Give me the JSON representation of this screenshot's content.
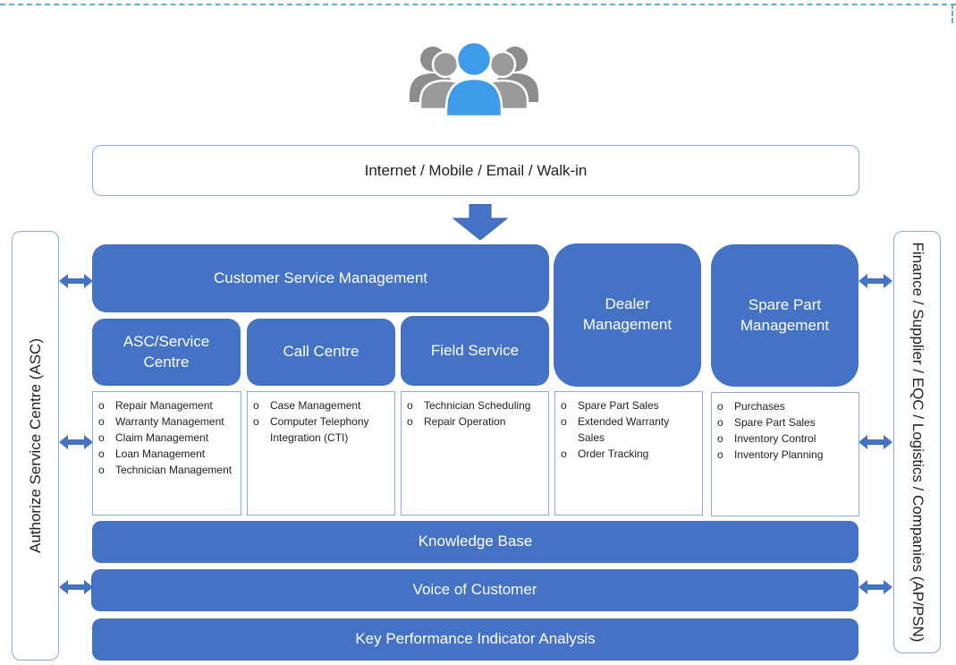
{
  "decor": {
    "border_color": "#5fb3c4"
  },
  "colors": {
    "accent": "#4472c4",
    "outline": "#8faadc",
    "user_primary": "#3d9be9",
    "user_secondary": "#8c8c8c"
  },
  "header": {
    "icon": "users-group-icon"
  },
  "channels": {
    "label": "Internet / Mobile / Email / Walk-in"
  },
  "left_panel": {
    "label": "Authorize Service Centre (ASC)"
  },
  "right_panel": {
    "label": "Finance / Supplier / EQC / Logistics / Companies (AP/PSN)"
  },
  "modules": {
    "customer_service": "Customer Service Management",
    "asc": "ASC/Service Centre",
    "call_centre": "Call Centre",
    "field_service": "Field Service",
    "dealer": "Dealer Management",
    "spare_part": "Spare Part Management"
  },
  "lists": {
    "asc": [
      "Repair Management",
      "Warranty Management",
      "Claim Management",
      "Loan Management",
      "Technician Management"
    ],
    "call_centre": [
      "Case Management",
      "Computer Telephony Integration (CTI)"
    ],
    "field_service": [
      "Technician Scheduling",
      "Repair Operation"
    ],
    "dealer": [
      "Spare Part Sales",
      "Extended Warranty Sales",
      "Order Tracking"
    ],
    "spare_part": [
      "Purchases",
      "Spare Part Sales",
      "Inventory Control",
      "Inventory Planning"
    ]
  },
  "bullet": "o",
  "bars": {
    "knowledge_base": "Knowledge Base",
    "voice_of_customer": "Voice of Customer",
    "kpi": "Key Performance Indicator Analysis"
  }
}
